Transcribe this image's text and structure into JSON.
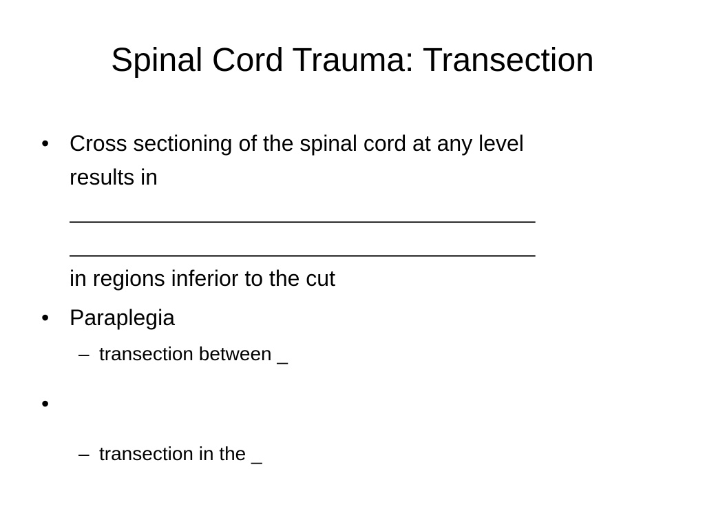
{
  "slide": {
    "title": "Spinal Cord Trauma: Transection",
    "bullets": [
      {
        "marker": "•",
        "lines": [
          "Cross sectioning of the spinal cord at any level",
          "results in",
          "______________________________________",
          "______________________________________",
          "in regions inferior to the cut"
        ]
      },
      {
        "marker": "•",
        "text": "Paraplegia",
        "sub": {
          "marker": "–",
          "text": "transection between _"
        }
      },
      {
        "marker": "•",
        "text": "",
        "sub": {
          "marker": "–",
          "text": "transection in the _"
        }
      }
    ]
  }
}
